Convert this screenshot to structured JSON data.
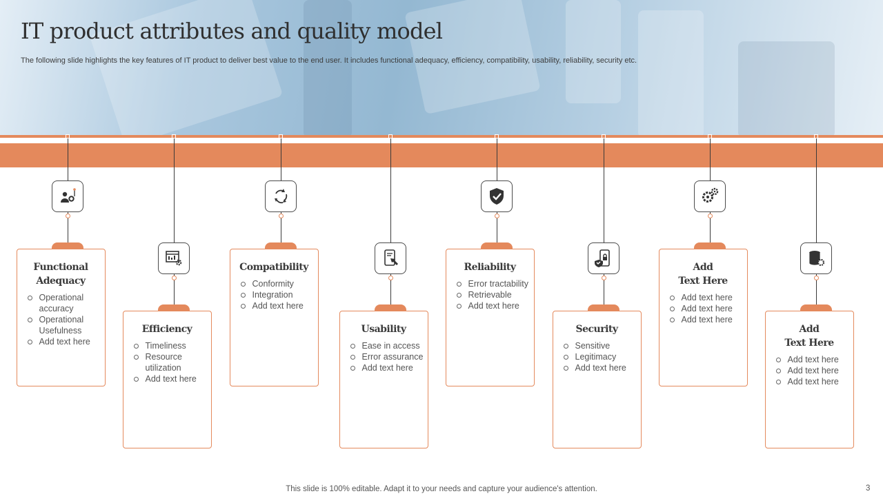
{
  "slide": {
    "title": "IT product attributes and quality model",
    "subtitle": "The following slide highlights the key features of IT product to  deliver best value to the end user. It includes functional adequacy, efficiency, compatibility, usability, reliability, security etc.",
    "footer": "This slide is 100% editable. Adapt it to your needs and capture your audience's attention.",
    "page_number": "3"
  },
  "colors": {
    "accent": "#e4895c",
    "line": "#3a3a3a",
    "text": "#404040"
  },
  "attributes": [
    {
      "title_lines": [
        "Functional",
        "Adequacy"
      ],
      "items": [
        "Operational accuracy",
        "Operational Usefulness",
        "Add text here"
      ],
      "icon": "user-gear-icon"
    },
    {
      "title_lines": [
        "Efficiency"
      ],
      "items": [
        "Timeliness",
        "Resource utilization",
        "Add text here"
      ],
      "icon": "dashboard-gear-icon"
    },
    {
      "title_lines": [
        "Compatibility"
      ],
      "items": [
        "Conformity",
        "Integration",
        "Add text here"
      ],
      "icon": "sync-arrows-icon"
    },
    {
      "title_lines": [
        "Usability"
      ],
      "items": [
        "Ease in access",
        "Error assurance",
        "Add text here"
      ],
      "icon": "tablet-touch-icon"
    },
    {
      "title_lines": [
        "Reliability"
      ],
      "items": [
        "Error tractability",
        "Retrievable",
        "Add text here"
      ],
      "icon": "shield-check-icon"
    },
    {
      "title_lines": [
        "Security"
      ],
      "items": [
        "Sensitive",
        "Legitimacy",
        "Add text here"
      ],
      "icon": "phone-lock-icon"
    },
    {
      "title_lines": [
        "Add",
        "Text Here"
      ],
      "items": [
        "Add text here",
        "Add text here",
        "Add text here"
      ],
      "icon": "gears-icon"
    },
    {
      "title_lines": [
        "Add",
        "Text Here"
      ],
      "items": [
        "Add text here",
        "Add text here",
        "Add text here"
      ],
      "icon": "database-gear-icon"
    }
  ]
}
